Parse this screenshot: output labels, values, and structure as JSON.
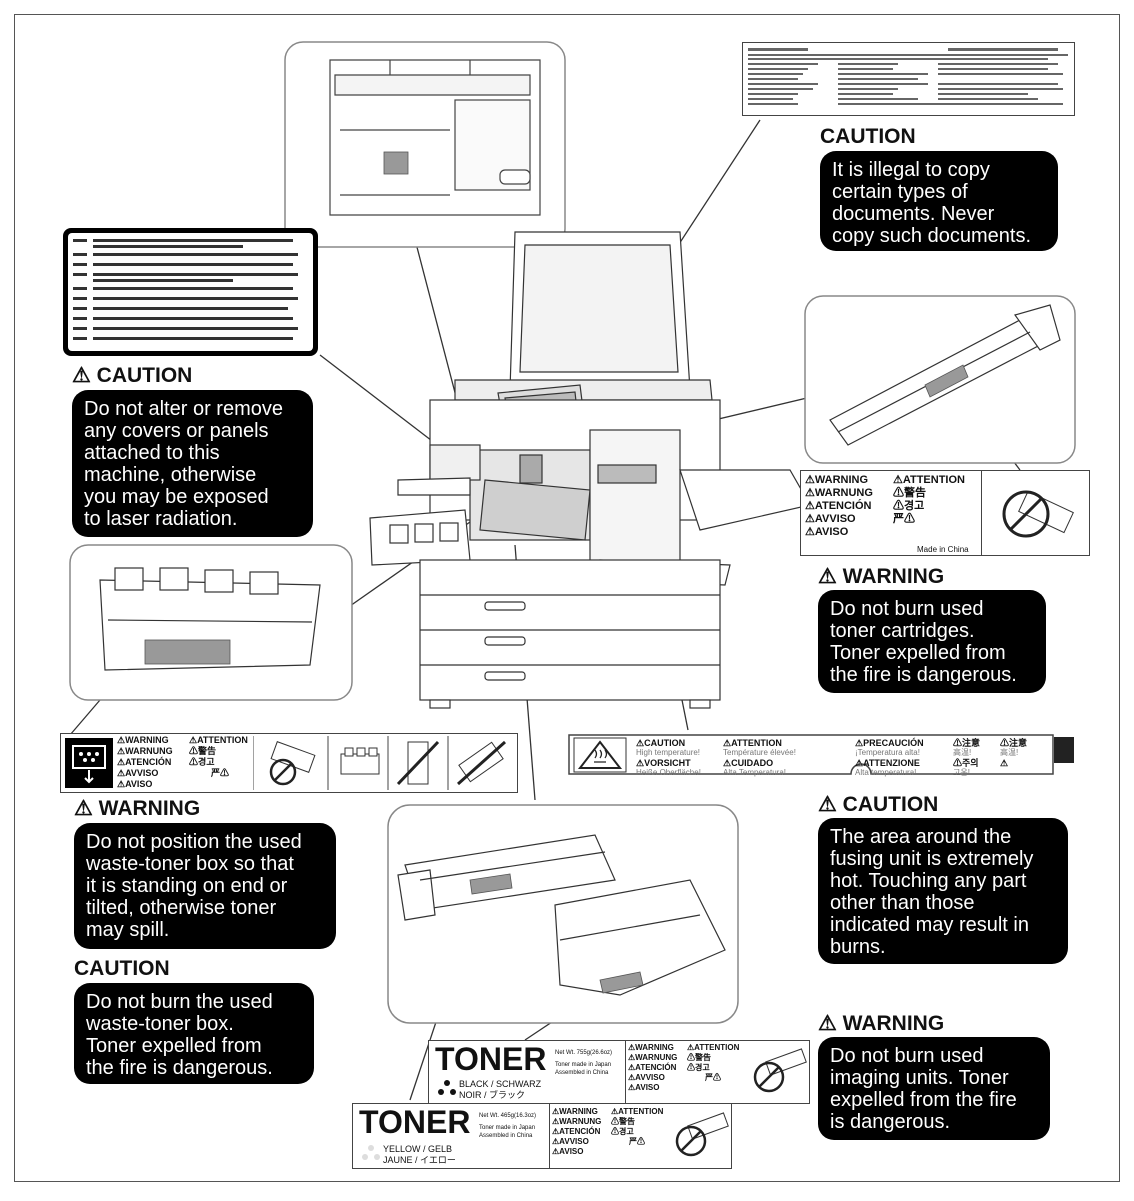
{
  "callouts": {
    "caution_illegal_copy": {
      "heading": "CAUTION",
      "body": "It is illegal to copy\ncertain types of\ndocuments. Never\ncopy such documents."
    },
    "caution_laser": {
      "heading": "⚠ CAUTION",
      "body": "Do not alter or remove\nany covers or panels\nattached to this\nmachine, otherwise\nyou may be exposed\nto laser radiation."
    },
    "warning_toner_cartridge": {
      "heading": "⚠ WARNING",
      "body": "Do not burn used\ntoner cartridges.\nToner expelled from\nthe fire is dangerous."
    },
    "warning_waste_box_position": {
      "heading": "⚠ WARNING",
      "body": "Do not position the used\nwaste-toner box so that\nit is standing on end or\ntilted, otherwise toner\nmay spill."
    },
    "caution_waste_box_burn": {
      "heading": "CAUTION",
      "body": "Do not burn the used\nwaste-toner box.\nToner expelled from\nthe fire is dangerous."
    },
    "caution_fusing": {
      "heading": "⚠ CAUTION",
      "body": "The area around the\nfusing unit is extremely\nhot. Touching any part\nother than those\nindicated may result in\nburns."
    },
    "warning_imaging_units": {
      "heading": "⚠ WARNING",
      "body": "Do not burn used\nimaging units. Toner\nexpelled from the fire\nis dangerous."
    }
  },
  "labels": {
    "toner_warning_label": {
      "col1": [
        "⚠WARNING",
        "⚠WARNUNG",
        "⚠ATENCIÓN",
        "⚠AVVISO",
        "⚠AVISO"
      ],
      "col2": [
        "⚠ATTENTION",
        "⚠警告",
        "⚠경고",
        "严⚠"
      ],
      "made_in": "Made in China"
    },
    "waste_label": {
      "col1": [
        "⚠WARNING",
        "⚠WARNUNG",
        "⚠ATENCIÓN",
        "⚠AVVISO",
        "⚠AVISO"
      ],
      "col2": [
        "⚠ATTENTION",
        "⚠警告",
        "⚠경고",
        "严⚠"
      ]
    },
    "fusing_label": {
      "row1": [
        "⚠CAUTION",
        "⚠ATTENTION",
        "⚠PRECAUCIÓN",
        "⚠注意",
        "⚠注意"
      ],
      "row1_sub": [
        "High temperature!",
        "Température élevée!",
        "¡Temperatura alta!",
        "高温!",
        "高温!"
      ],
      "row2": [
        "⚠VORSICHT",
        "⚠CUIDADO",
        "⚠ATTENZIONE",
        "⚠주의",
        "⚠"
      ],
      "row2_sub": [
        "Heiße Oberfläche!",
        "Alta Temperatura!",
        "Alta temperatura!",
        "고온!",
        ""
      ]
    },
    "toner_black": {
      "title": "TONER",
      "color": "BLACK / SCHWARZ",
      "color2": "NOIR / ブラック",
      "net": "Net Wt. 755g(26.6oz)",
      "made1": "Toner made in Japan",
      "made2": "Assembled in China",
      "warn_col1": [
        "⚠WARNING",
        "⚠WARNUNG",
        "⚠ATENCIÓN",
        "⚠AVVISO",
        "⚠AVISO"
      ],
      "warn_col2": [
        "⚠ATTENTION",
        "⚠警告",
        "⚠경고",
        "严⚠"
      ]
    },
    "toner_yellow": {
      "title": "TONER",
      "color": "YELLOW / GELB",
      "color2": "JAUNE / イエロー",
      "net": "Net Wt. 465g(16.3oz)",
      "made1": "Toner made in Japan",
      "made2": "Assembled in China",
      "warn_col1": [
        "⚠WARNING",
        "⚠WARNUNG",
        "⚠ATENCIÓN",
        "⚠AVVISO",
        "⚠AVISO"
      ],
      "warn_col2": [
        "⚠ATTENTION",
        "⚠警告",
        "⚠경고",
        "严⚠"
      ]
    }
  },
  "icons": [
    "warning-triangle-icon",
    "hot-surface-icon",
    "no-fire-icon",
    "toner-cartridge-icon",
    "waste-toner-icon"
  ],
  "colors": {
    "callout_bg": "#000000",
    "callout_text": "#ffffff",
    "frame": "#555555",
    "label_patch": "#999999"
  }
}
